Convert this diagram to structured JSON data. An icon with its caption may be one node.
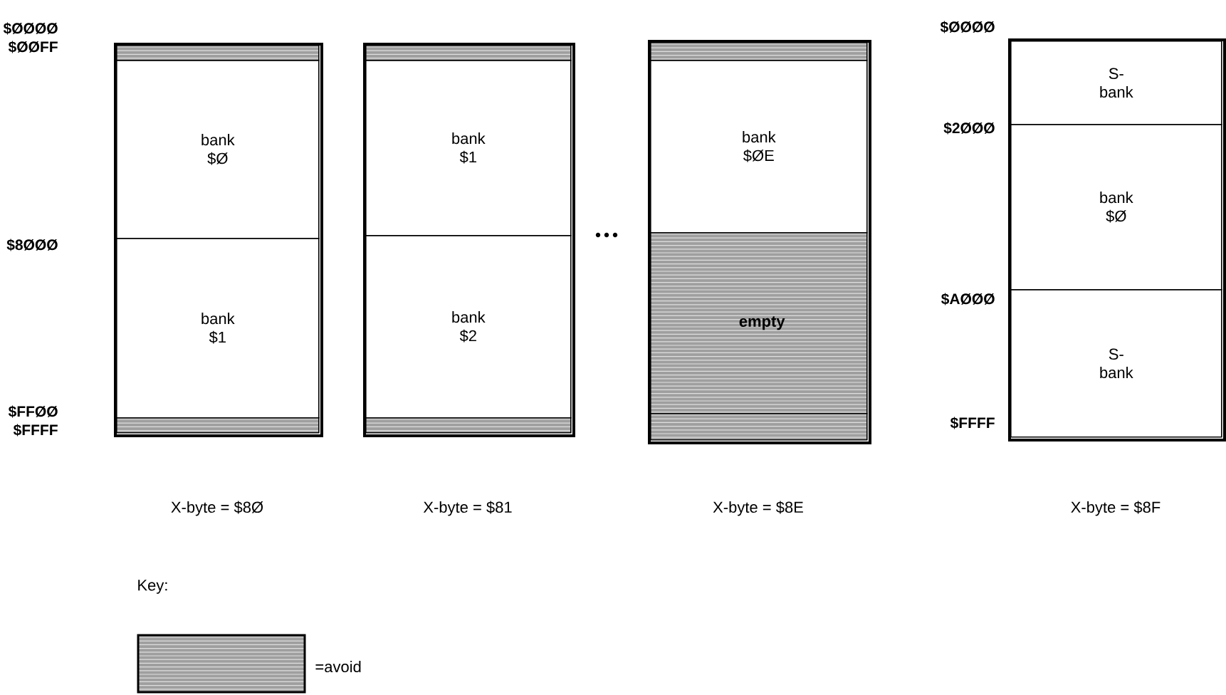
{
  "diagram": {
    "nodes": [
      {
        "text": [
          "X-byte = $8Ø"
        ]
      },
      {
        "text": [],
        "shape": "bar",
        "in": 0
      },
      {
        "text": [
          "bank $Ø"
        ],
        "in": 0
      },
      {
        "text": [
          "bank $1"
        ],
        "in": 0
      },
      {
        "text": [],
        "shape": "bar",
        "in": 0
      },
      {
        "text": [
          "X-byte = $81"
        ]
      },
      {
        "text": [],
        "shape": "bar",
        "in": 5
      },
      {
        "text": [
          "bank $1"
        ],
        "in": 5
      },
      {
        "text": [
          "bank $2"
        ],
        "in": 5
      },
      {
        "text": [],
        "shape": "bar",
        "in": 5
      },
      {
        "text": [
          "X-byte = $8E"
        ]
      },
      {
        "text": [],
        "shape": "bar",
        "in": 10
      },
      {
        "text": [
          "bank $ØE"
        ],
        "in": 10
      },
      {
        "text": [
          "empty"
        ],
        "in": 10
      },
      {
        "text": [],
        "shape": "bar",
        "in": 10
      },
      {
        "text": [
          "X-byte = $8F"
        ]
      },
      {
        "text": [
          "S-bank"
        ],
        "in": 15
      },
      {
        "text": [
          "bank $Ø"
        ],
        "in": 15
      },
      {
        "text": [
          "S-bank"
        ],
        "in": 15
      }
    ],
    "labels": [
      "$ØØØØ",
      "$ØØFF",
      "$8ØØØ",
      "$FFØØ",
      "$FFFF",
      "$ØØØØ",
      "$2ØØØ",
      "$AØØØ",
      "$FFFF",
      "Key:"
    ],
    "legend": [
      {
        "text": "=avoid"
      }
    ]
  }
}
